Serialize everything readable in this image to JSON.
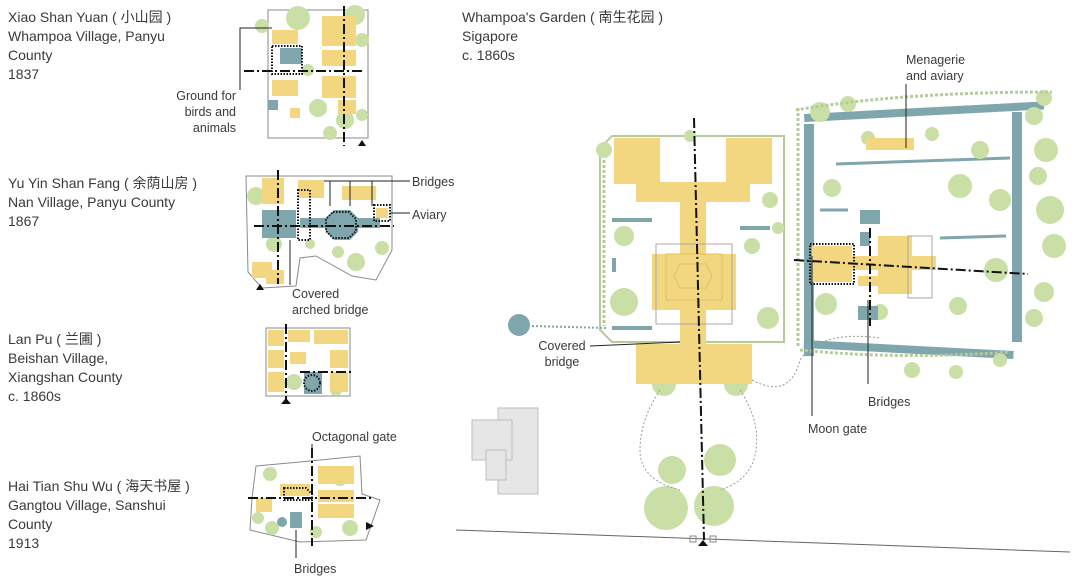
{
  "gardens": {
    "xiao_shan_yuan": {
      "name": "Xiao Shan Yuan ( 小山园 )",
      "location_line1": "Whampoa Village, Panyu",
      "location_line2": "County",
      "year": "1837"
    },
    "yu_yin_shan_fang": {
      "name": "Yu Yin Shan Fang ( 余荫山房 )",
      "location_line1": "Nan Village, Panyu County",
      "year": "1867"
    },
    "lan_pu": {
      "name": "Lan Pu ( 兰圃 )",
      "location_line1": "Beishan Village,",
      "location_line2": "Xiangshan County",
      "year": "c. 1860s"
    },
    "hai_tian_shu_wu": {
      "name": "Hai Tian Shu Wu ( 海天书屋 )",
      "location_line1": "Gangtou Village, Sanshui",
      "location_line2": "County",
      "year": "1913"
    },
    "whampoa_garden": {
      "name": "Whampoa's Garden ( 南生花园 )",
      "location_line1": "Sigapore",
      "year": "c. 1860s"
    }
  },
  "callouts": {
    "ground_for_birds_1": "Ground for",
    "ground_for_birds_2": "birds and",
    "ground_for_birds_3": "animals",
    "bridges_yuyin": "Bridges",
    "aviary": "Aviary",
    "covered_arched_1": "Covered",
    "covered_arched_2": "arched bridge",
    "octagonal_gate": "Octagonal gate",
    "bridges_haitian": "Bridges",
    "menagerie_1": "Menagerie",
    "menagerie_2": "and aviary",
    "covered_bridge_1": "Covered",
    "covered_bridge_2": "bridge",
    "bridges_whampoa": "Bridges",
    "moon_gate": "Moon gate"
  },
  "colors": {
    "building": "#f2d680",
    "water": "#7fa6ad",
    "tree": "#c9dfa6",
    "path": "#b5cc9a",
    "outline": "#8a8a8a",
    "text": "#3a3a3a",
    "neighbor_building": "#e6e6e6"
  }
}
